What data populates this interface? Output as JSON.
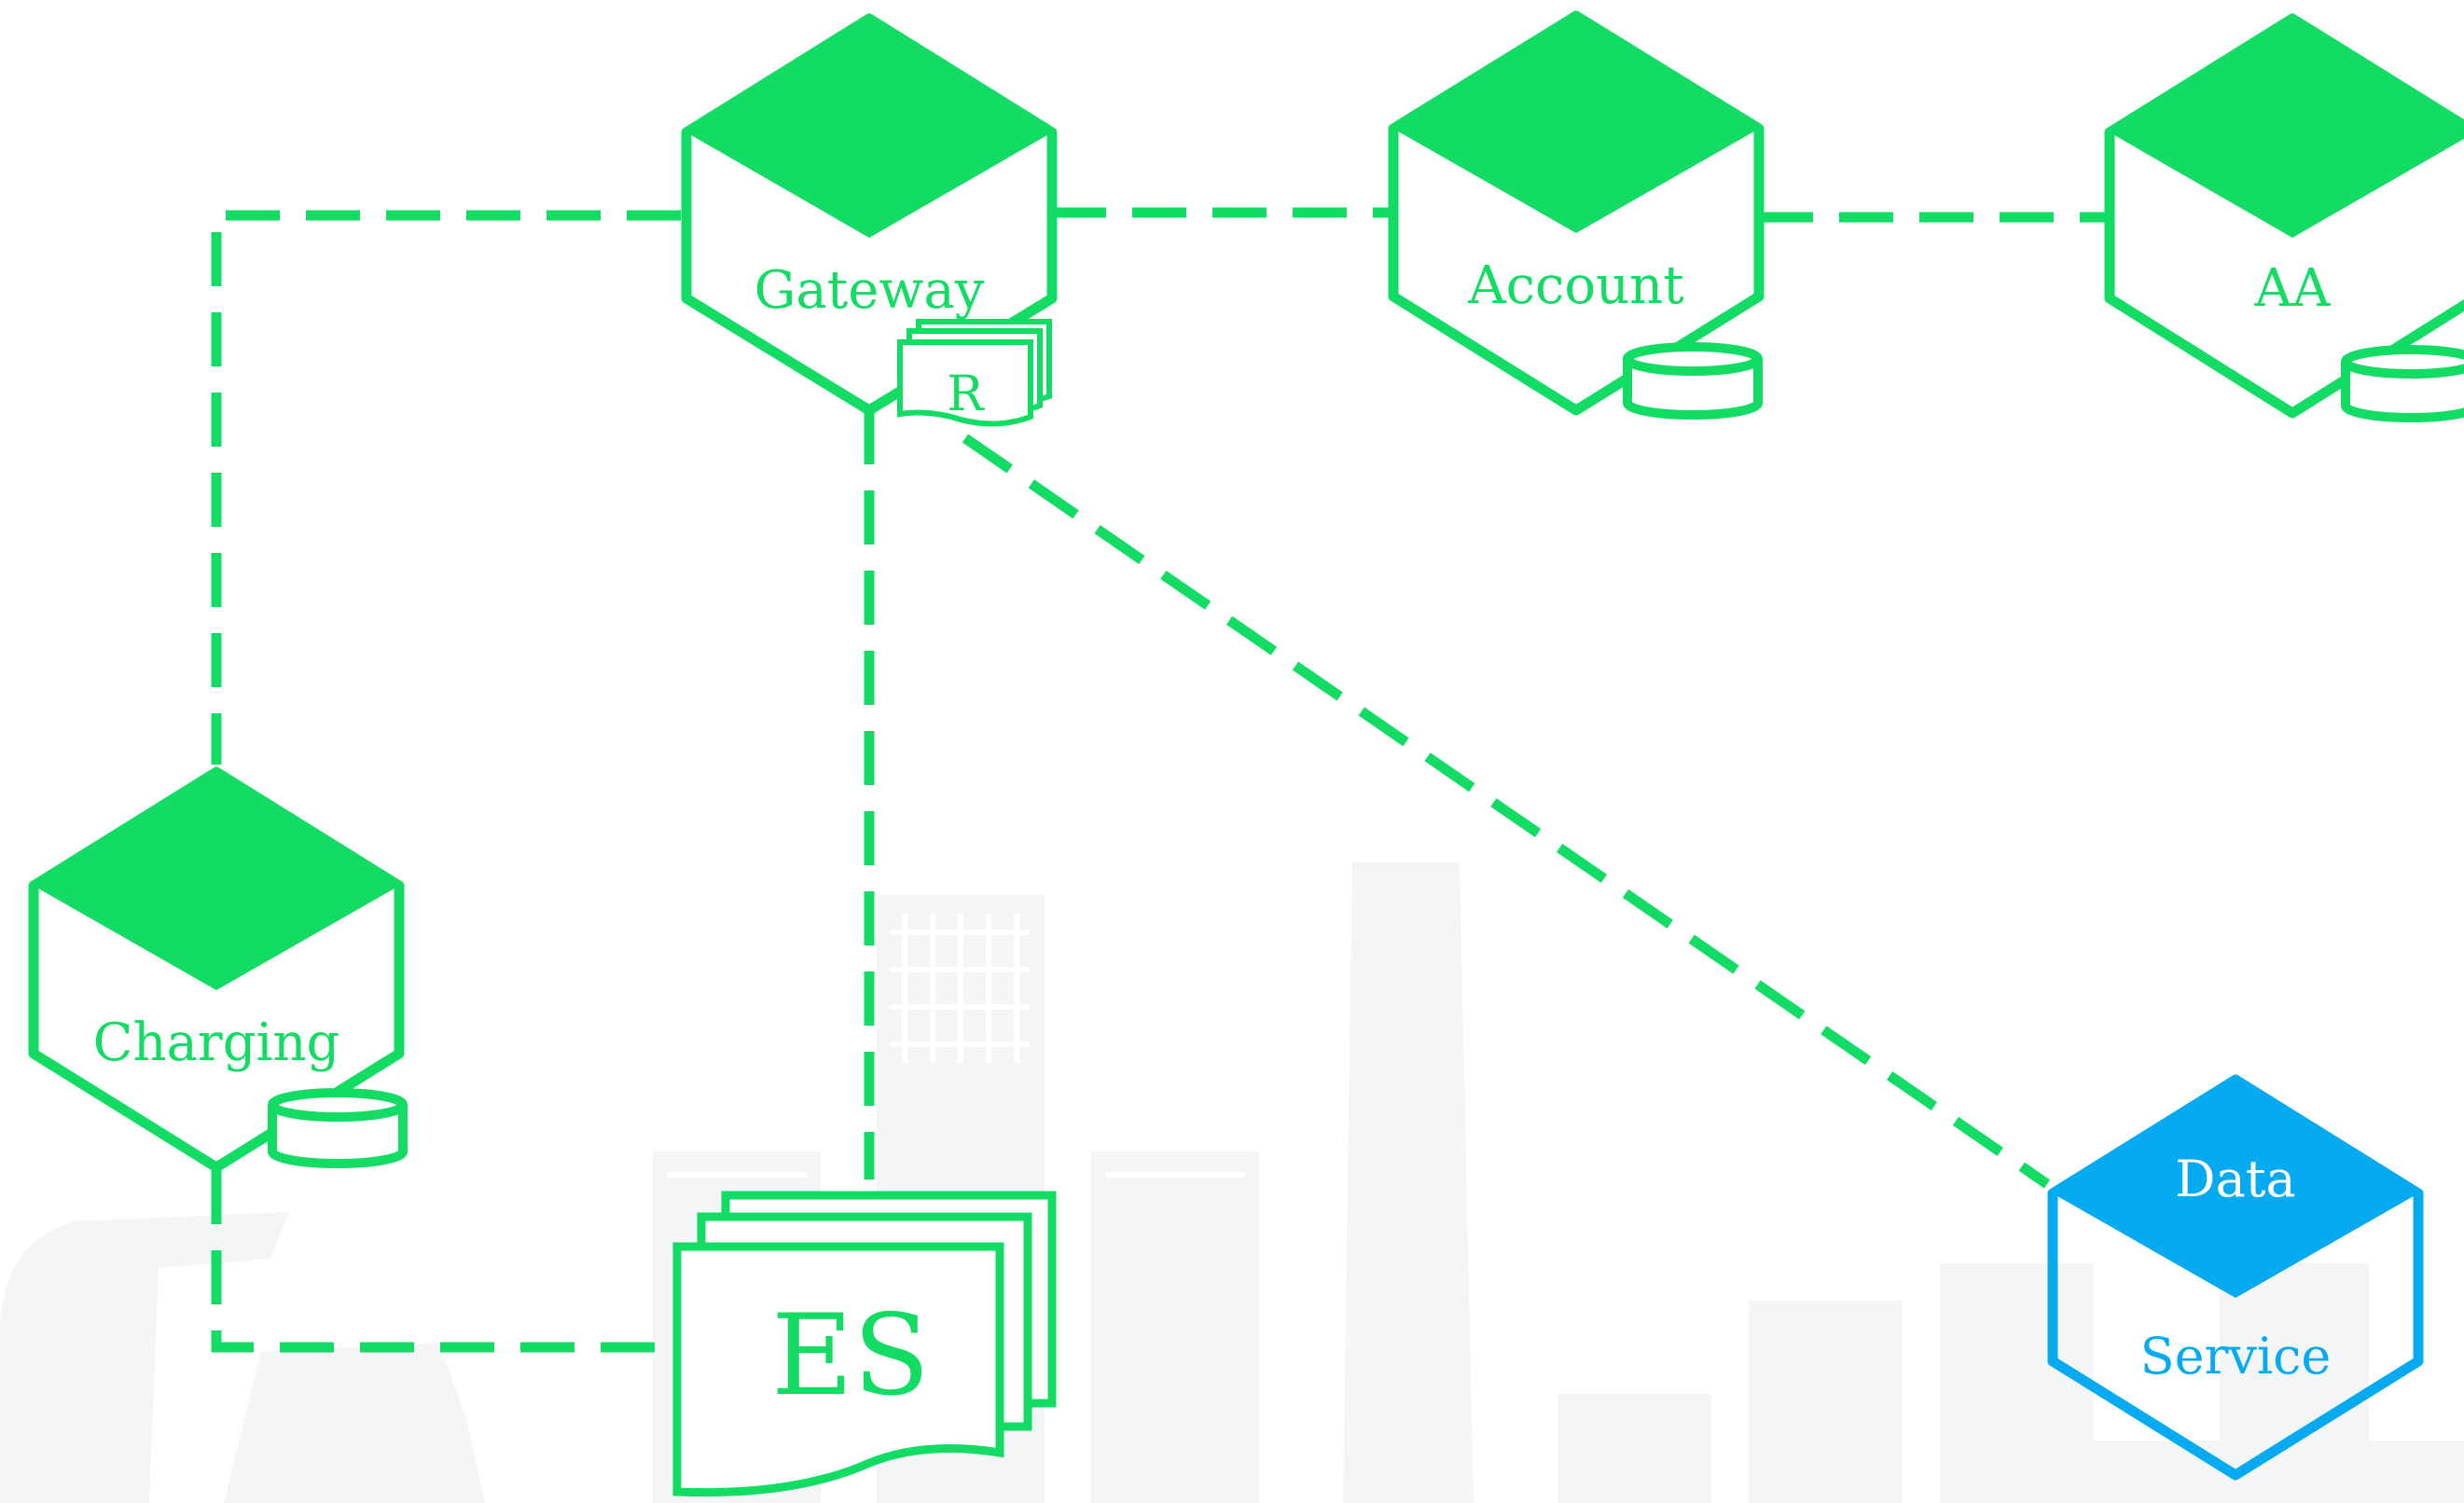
{
  "diagram": {
    "nodes": {
      "gateway": {
        "label": "Gateway"
      },
      "account": {
        "label": "Account"
      },
      "aa": {
        "label": "AA"
      },
      "charging": {
        "label": "Charging"
      },
      "data_service": {
        "label_top": "Data",
        "label_bottom": "Service"
      },
      "router": {
        "label": "R"
      },
      "es": {
        "label": "ES"
      }
    },
    "colors": {
      "node_green": "#12dc64",
      "node_blue": "#05aaf0",
      "background_skyline": "#f4f5f6"
    }
  }
}
